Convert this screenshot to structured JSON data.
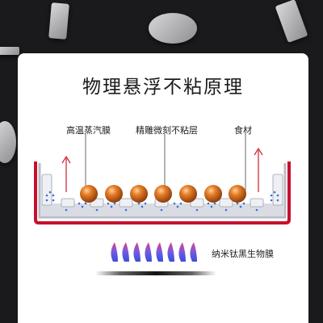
{
  "title": "物理悬浮不粘原理",
  "labels": {
    "steam": "高温蒸汽膜",
    "coating": "精雕微刻不粘层",
    "food": "食材",
    "film": "纳米钛黑生物膜"
  },
  "colors": {
    "pan_rim": "#c8102e",
    "arrow": "#d22b3b",
    "ball": "#e07a20",
    "flame_blue": "#3a4fd8",
    "flame_pink": "#e83a7a",
    "vapor": "#3b6fd8"
  },
  "icons": [
    "upward-arrow-icon",
    "flame-icon",
    "vapor-dot-icon"
  ]
}
